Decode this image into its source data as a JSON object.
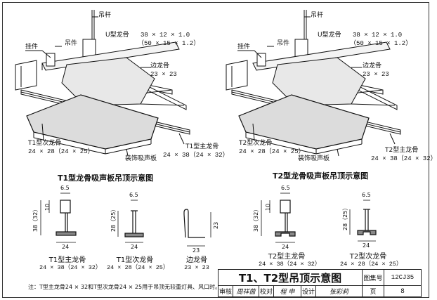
{
  "labels_t1": {
    "hanger_rod": "吊杆",
    "hanger_piece": "吊件",
    "hook": "挂件",
    "u_main": "U型龙骨",
    "u_main_spec1": "38 × 12 × 1.0",
    "u_main_spec2": "（50 × 15 × 1.2）",
    "edge": "边龙骨",
    "edge_spec": "23 × 23",
    "secondary": "T1型次龙骨",
    "secondary_spec": "24 × 28（24 × 25）",
    "main": "T1型主龙骨",
    "main_spec": "24 × 38（24 × 32）",
    "panel": "装饰吸声板"
  },
  "labels_t2": {
    "hanger_rod": "吊杆",
    "hanger_piece": "吊件",
    "hook": "挂件",
    "u_main": "U型龙骨",
    "u_main_spec1": "38 × 12 × 1.0",
    "u_main_spec2": "（50 × 15 × 1.2）",
    "edge": "边龙骨",
    "edge_spec": "23 × 23",
    "secondary": "T2型次龙骨",
    "secondary_spec": "24 × 28（24 × 25）",
    "main": "T2型主龙骨",
    "main_spec": "24 × 38（24 × 32）",
    "panel": "装饰吸声板"
  },
  "captions": {
    "t1": "T1型龙骨吸声板吊顶示意图",
    "t2": "T2型龙骨吸声板吊顶示意图"
  },
  "sections": {
    "t1_main_name": "T1型主龙骨",
    "t1_main_spec": "24 × 38（24 × 32）",
    "t1_sec_name": "T1型次龙骨",
    "t1_sec_spec": "24 × 28（24 × 25）",
    "edge_name": "边龙骨",
    "edge_spec": "23 × 23",
    "t2_main_name": "T2型主龙骨",
    "t2_main_spec": "24 × 38（24 × 32）",
    "t2_sec_name": "T2型次龙骨",
    "t2_sec_spec": "24 × 28（24 × 25）"
  },
  "dims": {
    "d65": "6.5",
    "d10": "10",
    "d38": "38（32）",
    "d28": "28（25）",
    "d24": "24",
    "d23": "23"
  },
  "note": "注：T型主龙骨24 × 32和T型次龙骨24 × 25用于吊顶无较重灯具、风口时。",
  "titleblock": {
    "title": "T1、T2型吊顶示意图",
    "atlas_label": "图集号",
    "atlas_no": "12CJ35",
    "review": "审核",
    "reviewer": "周祥茵",
    "check": "校对",
    "checker": "程 申",
    "design": "设计",
    "designer": "张彩莉",
    "page_label": "页",
    "page_no": "8"
  }
}
